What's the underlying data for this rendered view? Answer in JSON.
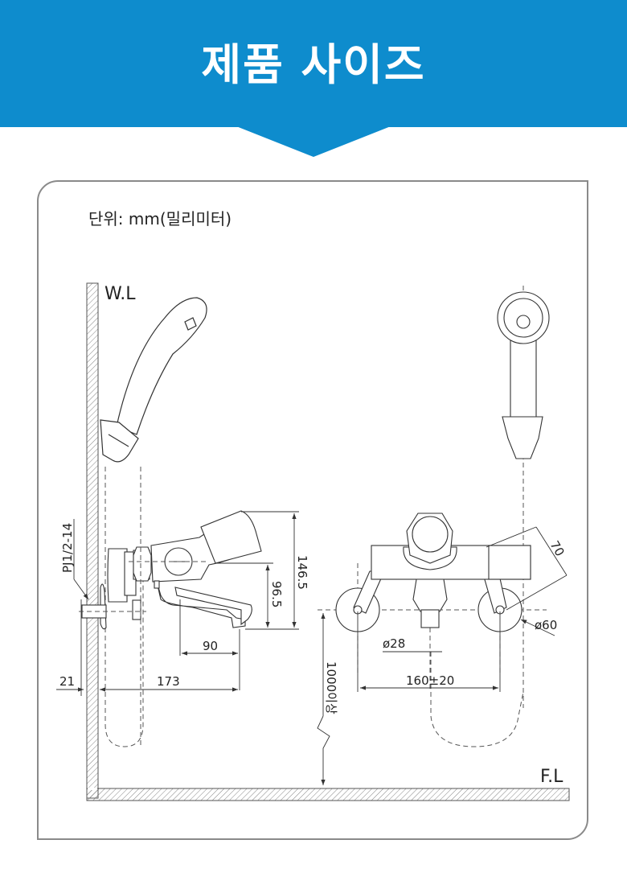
{
  "header": {
    "title": "제품 사이즈",
    "color": "#0e8ccd"
  },
  "unit_label": "단위: mm(밀리미터)",
  "labels": {
    "wall": "W.L",
    "floor": "F.L",
    "pipe_thread": "PJ1/2-14",
    "wall_offset": "21",
    "spout_reach": "173",
    "spout_offset": "90",
    "total_height": "146.5",
    "spout_height": "96.5",
    "min_floor_height": "1000이상",
    "outlet_diameter": "ø28",
    "center_distance": "160±20",
    "flange_diameter": "ø60",
    "body_depth": "70"
  }
}
